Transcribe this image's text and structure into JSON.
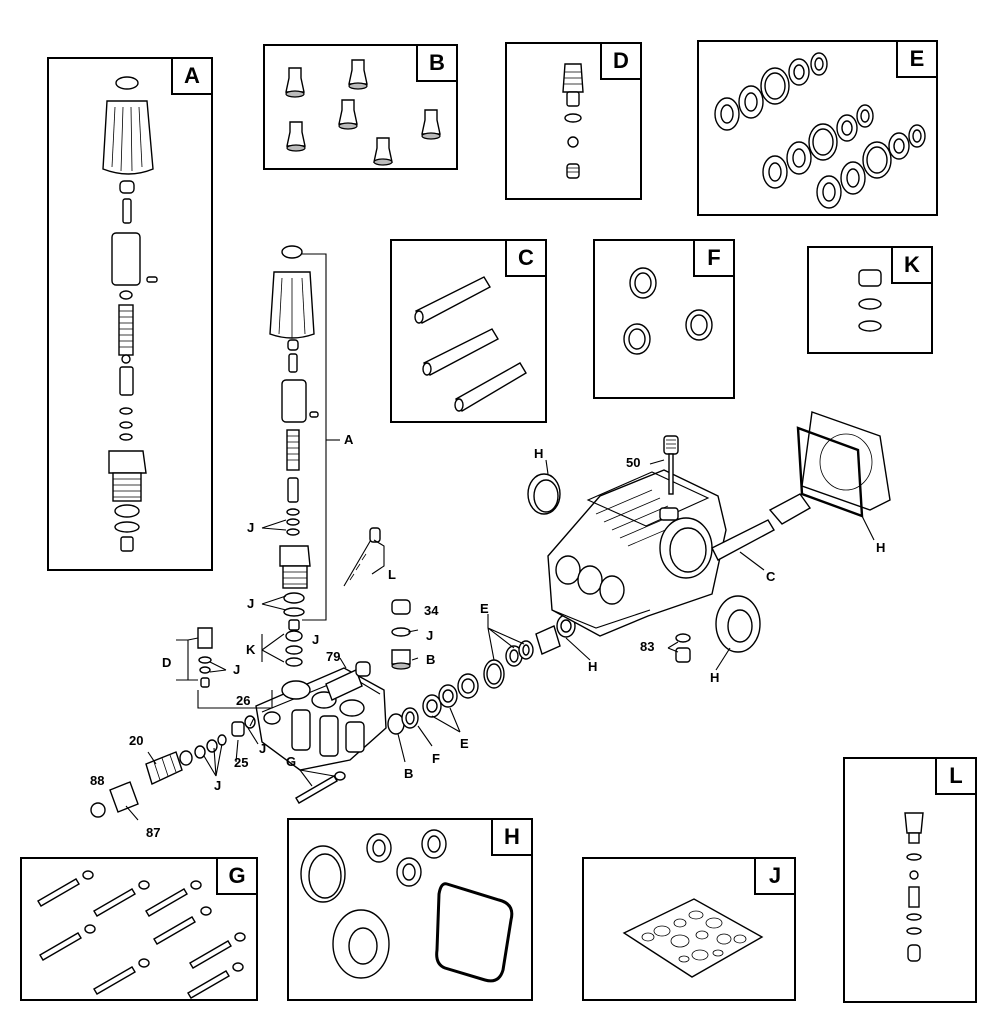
{
  "kits": {
    "A": {
      "label": "A"
    },
    "B": {
      "label": "B"
    },
    "C": {
      "label": "C"
    },
    "D": {
      "label": "D"
    },
    "E": {
      "label": "E"
    },
    "F": {
      "label": "F"
    },
    "G": {
      "label": "G"
    },
    "H": {
      "label": "H"
    },
    "J": {
      "label": "J"
    },
    "K": {
      "label": "K"
    },
    "L": {
      "label": "L"
    }
  },
  "callouts": {
    "a": "A",
    "j1": "J",
    "j2": "J",
    "l": "L",
    "n34": "34",
    "j3": "J",
    "k": "K",
    "j4": "J",
    "n79": "79",
    "b1": "B",
    "d": "D",
    "j5": "J",
    "n26": "26",
    "j6": "J",
    "n25": "25",
    "n20": "20",
    "j7": "J",
    "n88": "88",
    "n87": "87",
    "g": "G",
    "b2": "B",
    "f": "F",
    "e1": "E",
    "e2": "E",
    "h1": "H",
    "h2": "H",
    "n50": "50",
    "h3": "H",
    "c": "C",
    "n83": "83",
    "h4": "H"
  }
}
